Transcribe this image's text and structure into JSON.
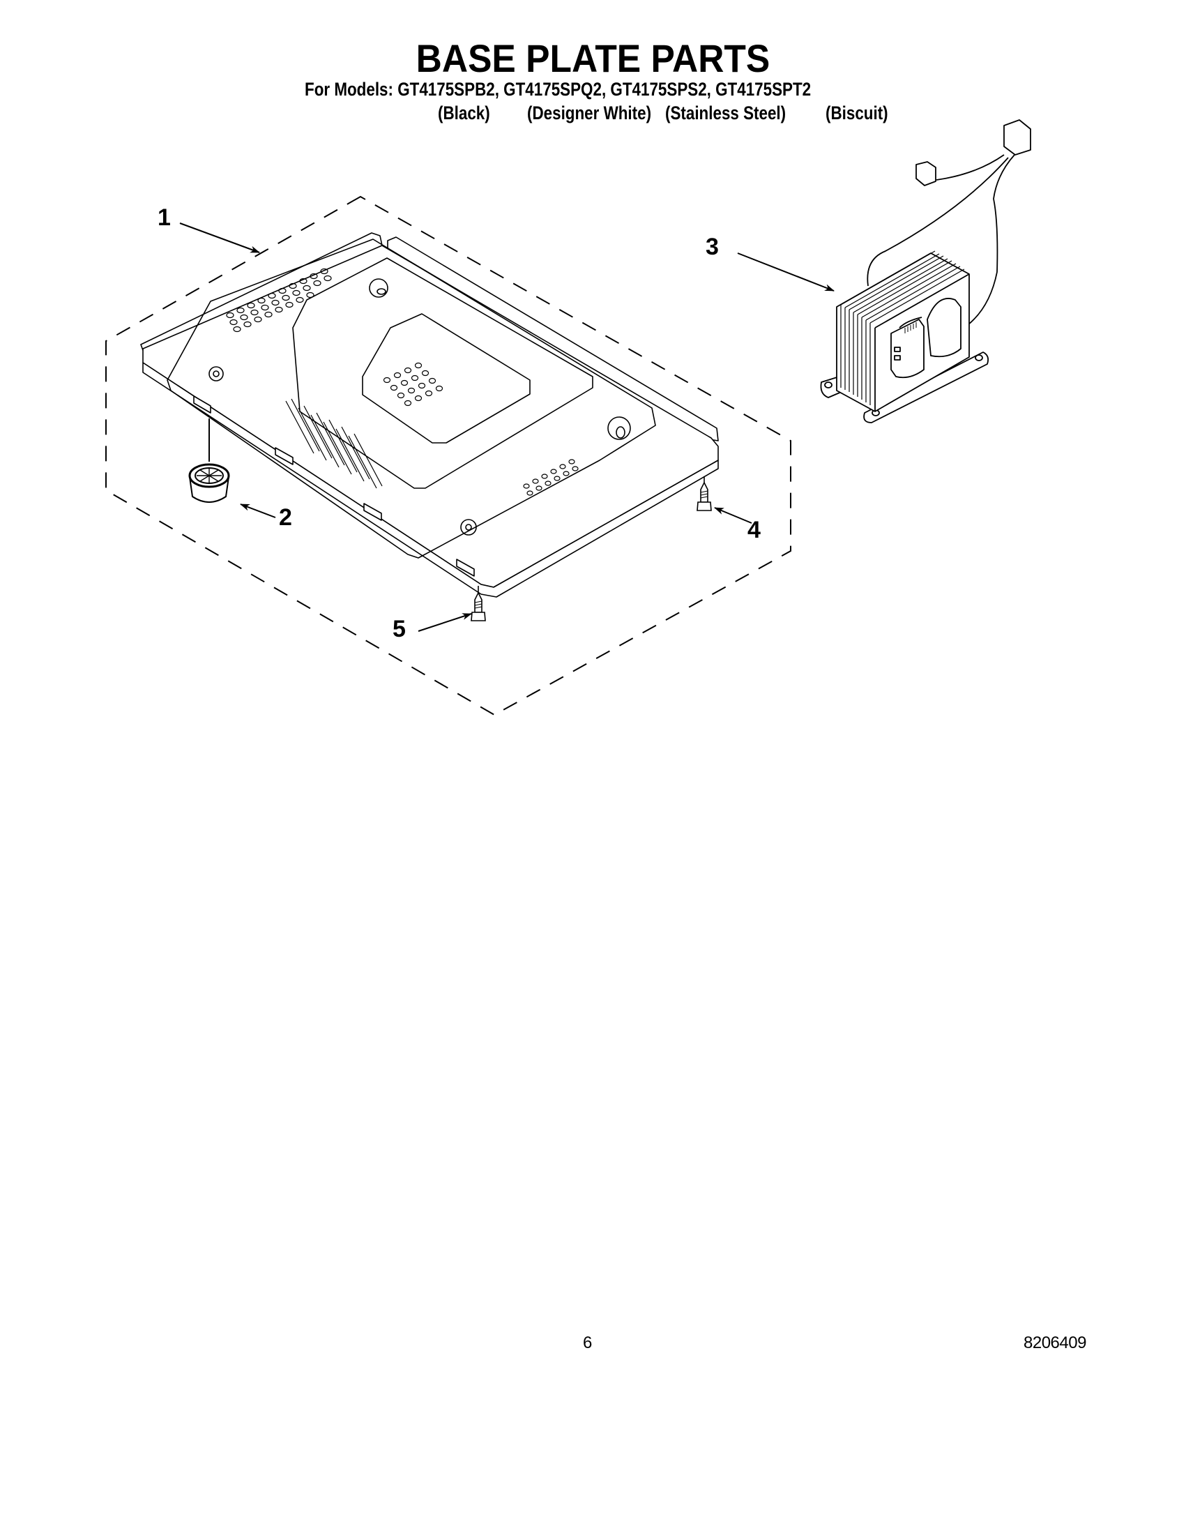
{
  "header": {
    "title": "BASE PLATE PARTS",
    "models_line": "For Models: GT4175SPB2, GT4175SPQ2, GT4175SPS2, GT4175SPT2",
    "models": [
      {
        "model": "GT4175SPB2",
        "color": "(Black)"
      },
      {
        "model": "GT4175SPQ2",
        "color": "(Designer White)"
      },
      {
        "model": "GT4175SPS2",
        "color": "(Stainless Steel)"
      },
      {
        "model": "GT4175SPT2",
        "color": "(Biscuit)"
      }
    ]
  },
  "diagram": {
    "callouts": [
      {
        "number": "1",
        "part": "base-plate"
      },
      {
        "number": "2",
        "part": "foot"
      },
      {
        "number": "3",
        "part": "transformer"
      },
      {
        "number": "4",
        "part": "screw"
      },
      {
        "number": "5",
        "part": "screw"
      }
    ]
  },
  "footer": {
    "page_number": "6",
    "document_number": "8206409"
  }
}
